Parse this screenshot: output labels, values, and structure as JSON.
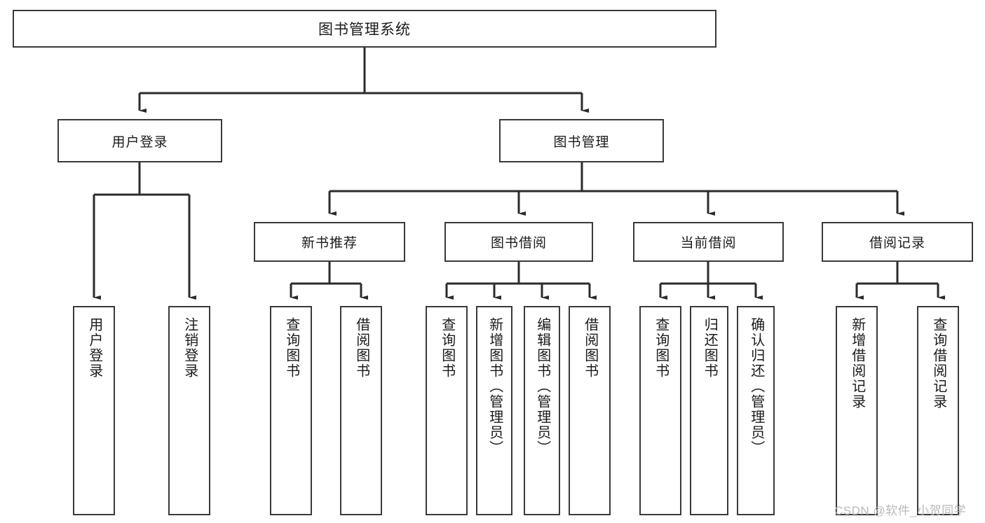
{
  "diagram": {
    "type": "hierarchy-tree",
    "title": "图书管理系统",
    "orientation": "top-down",
    "colors": {
      "box_border": "#3a3a3a",
      "box_fill": "#ffffff",
      "connector": "#2b2b2b",
      "text": "#1a1a1a",
      "watermark": "#b9b9b9"
    },
    "root": {
      "label": "图书管理系统"
    },
    "level2": [
      {
        "label": "用户登录"
      },
      {
        "label": "图书管理"
      }
    ],
    "level3": [
      {
        "label": "新书推荐"
      },
      {
        "label": "图书借阅"
      },
      {
        "label": "当前借阅"
      },
      {
        "label": "借阅记录"
      }
    ],
    "leaves": {
      "user_login": [
        {
          "label": "用户登录"
        },
        {
          "label": "注销登录"
        }
      ],
      "new_book_recommend": [
        {
          "label": "查询图书"
        },
        {
          "label": "借阅图书"
        }
      ],
      "book_borrow": [
        {
          "label": "查询图书"
        },
        {
          "label": "新增图书（管理员）"
        },
        {
          "label": "编辑图书（管理员）"
        },
        {
          "label": "借阅图书"
        }
      ],
      "current_borrow": [
        {
          "label": "查询图书"
        },
        {
          "label": "归还图书"
        },
        {
          "label": "确认归还（管理员）"
        }
      ],
      "borrow_record": [
        {
          "label": "新增借阅记录"
        },
        {
          "label": "查询借阅记录"
        }
      ]
    }
  },
  "watermark": {
    "text": "CSDN @软件_小贺同学"
  }
}
